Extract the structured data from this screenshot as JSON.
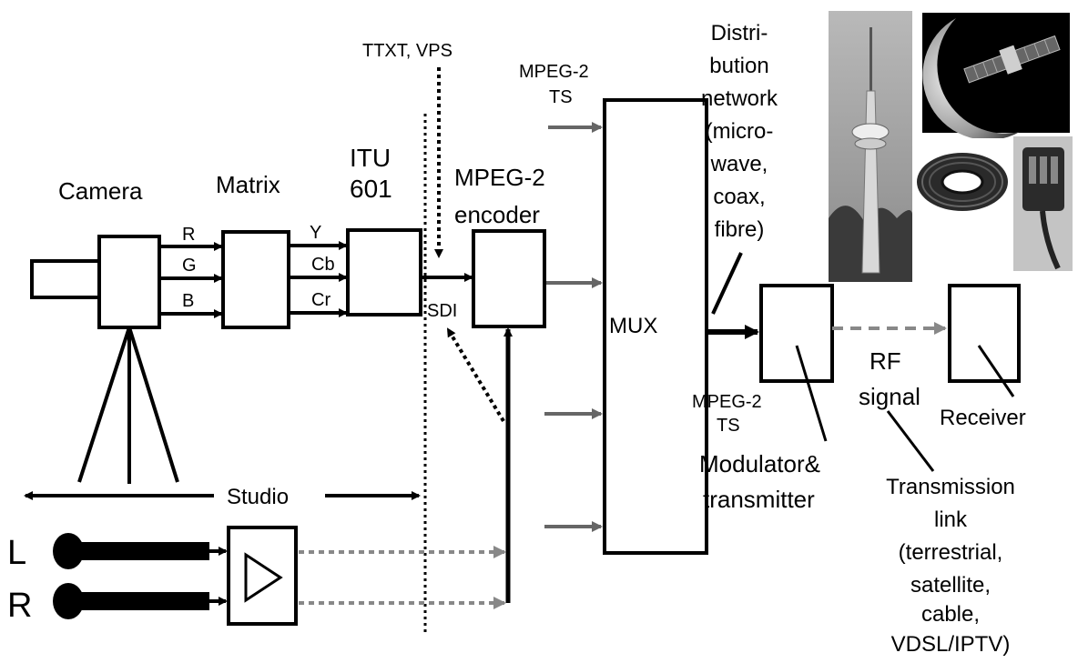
{
  "labels": {
    "camera": "Camera",
    "matrix": "Matrix",
    "itu_line1": "ITU",
    "itu_line2": "601",
    "ttxt_vps": "TTXT, VPS",
    "mpeg2_encoder_line1": "MPEG-2",
    "mpeg2_encoder_line2": "encoder",
    "mpeg2_ts_in_line1": "MPEG-2",
    "mpeg2_ts_in_line2": "TS",
    "mux": "MUX",
    "mpeg2_ts_out_line1": "MPEG-2",
    "mpeg2_ts_out_line2": "TS",
    "sdi": "SDI",
    "studio": "Studio",
    "audio_left": "L",
    "audio_right": "R",
    "sig_r": "R",
    "sig_g": "G",
    "sig_b": "B",
    "sig_y": "Y",
    "sig_cb": "Cb",
    "sig_cr": "Cr",
    "distribution": [
      "Distri-",
      "bution",
      "network",
      "(micro-",
      "wave,",
      "coax,",
      "fibre)"
    ],
    "modulator_line1": "Modulator&",
    "modulator_line2": "transmitter",
    "rf_line1": "RF",
    "rf_line2": "signal",
    "receiver": "Receiver",
    "transmission": [
      "Transmission",
      "link",
      "(terrestrial,",
      "satellite,",
      "cable,",
      "VDSL/IPTV)"
    ]
  },
  "photos": [
    "tv-tower-photo",
    "satellite-photo",
    "cable-coil-photo",
    "tae-plug-photo"
  ],
  "colors": {
    "line": "#000000",
    "gray_arrow": "#666666",
    "dashed_gray": "#888888"
  }
}
